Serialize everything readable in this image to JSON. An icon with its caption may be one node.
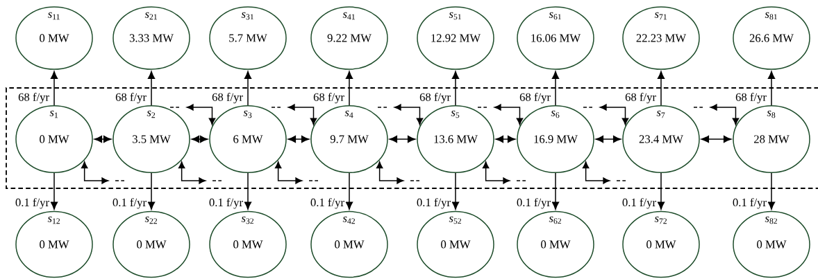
{
  "diagram": {
    "nodes": [
      {
        "text": [
          "*s*$_{11}$",
          "0 MW"
        ]
      },
      {
        "text": [
          "*s*$_{21}$",
          "3.33 MW"
        ]
      },
      {
        "text": [
          "*s*$_{31}$",
          "5.7 MW"
        ]
      },
      {
        "text": [
          "*s*$_{41}$",
          "9.22 MW"
        ]
      },
      {
        "text": [
          "*s*$_{51}$",
          "12.92 MW"
        ]
      },
      {
        "text": [
          "*s*$_{61}$",
          "16.06 MW"
        ]
      },
      {
        "text": [
          "*s*$_{71}$",
          "22.23 MW"
        ]
      },
      {
        "text": [
          "*s*$_{81}$",
          "26.6 MW"
        ]
      },
      {
        "text": [
          "*s*$_{1}$",
          "0 MW"
        ]
      },
      {
        "text": [
          "*s*$_{2}$",
          "3.5 MW"
        ]
      },
      {
        "text": [
          "*s*$_{3}$",
          "6 MW"
        ]
      },
      {
        "text": [
          "*s*$_{4}$",
          "9.7 MW"
        ]
      },
      {
        "text": [
          "*s*$_{5}$",
          "13.6 MW"
        ]
      },
      {
        "text": [
          "*s*$_{6}$",
          "16.9 MW"
        ]
      },
      {
        "text": [
          "*s*$_{7}$",
          "23.4 MW"
        ]
      },
      {
        "text": [
          "*s*$_{8}$",
          "28 MW"
        ]
      },
      {
        "text": [
          "*s*$_{12}$",
          "0 MW"
        ]
      },
      {
        "text": [
          "*s*$_{22}$",
          "0 MW"
        ]
      },
      {
        "text": [
          "*s*$_{32}$",
          "0 MW"
        ]
      },
      {
        "text": [
          "*s*$_{42}$",
          "0 MW"
        ]
      },
      {
        "text": [
          "*s*$_{52}$",
          "0 MW"
        ]
      },
      {
        "text": [
          "*s*$_{62}$",
          "0 MW"
        ]
      },
      {
        "text": [
          "*s*$_{72}$",
          "0 MW"
        ]
      },
      {
        "text": [
          "*s*$_{82}$",
          "0 MW"
        ]
      }
    ],
    "edges": [
      {
        "from": 8,
        "to": 0,
        "arrow": "to",
        "label": "68 f/yr"
      },
      {
        "from": 9,
        "to": 1,
        "arrow": "to",
        "label": "68 f/yr"
      },
      {
        "from": 10,
        "to": 2,
        "arrow": "to",
        "label": "68 f/yr"
      },
      {
        "from": 11,
        "to": 3,
        "arrow": "to",
        "label": "68 f/yr"
      },
      {
        "from": 12,
        "to": 4,
        "arrow": "to",
        "label": "68 f/yr"
      },
      {
        "from": 13,
        "to": 5,
        "arrow": "to",
        "label": "68 f/yr"
      },
      {
        "from": 14,
        "to": 6,
        "arrow": "to",
        "label": "68 f/yr"
      },
      {
        "from": 15,
        "to": 7,
        "arrow": "to",
        "label": "68 f/yr"
      },
      {
        "from": 8,
        "to": 16,
        "arrow": "to",
        "label": "0.1 f/yr"
      },
      {
        "from": 9,
        "to": 17,
        "arrow": "to",
        "label": "0.1 f/yr"
      },
      {
        "from": 10,
        "to": 18,
        "arrow": "to",
        "label": "0.1 f/yr"
      },
      {
        "from": 11,
        "to": 19,
        "arrow": "to",
        "label": "0.1 f/yr"
      },
      {
        "from": 12,
        "to": 20,
        "arrow": "to",
        "label": "0.1 f/yr"
      },
      {
        "from": 13,
        "to": 21,
        "arrow": "to",
        "label": "0.1 f/yr"
      },
      {
        "from": 14,
        "to": 22,
        "arrow": "to",
        "label": "0.1 f/yr"
      },
      {
        "from": 15,
        "to": 23,
        "arrow": "to",
        "label": "0.1 f/yr"
      },
      {
        "from": 8,
        "to": 9,
        "arrow": "both"
      },
      {
        "from": 9,
        "to": 10,
        "arrow": "both"
      },
      {
        "from": 10,
        "to": 11,
        "arrow": "both"
      },
      {
        "from": 11,
        "to": 12,
        "arrow": "both"
      },
      {
        "from": 12,
        "to": 13,
        "arrow": "both"
      },
      {
        "from": 13,
        "to": 14,
        "arrow": "both"
      },
      {
        "from": 14,
        "to": 15,
        "arrow": "both"
      },
      {
        "from": null,
        "to": 10,
        "arrow": "both"
      },
      {
        "from": null,
        "to": 11,
        "arrow": "both"
      },
      {
        "from": null,
        "to": 12,
        "arrow": "both"
      },
      {
        "from": null,
        "to": 13,
        "arrow": "both"
      },
      {
        "from": null,
        "to": 14,
        "arrow": "both"
      },
      {
        "from": null,
        "to": 15,
        "arrow": "both"
      },
      {
        "from": null,
        "to": 8,
        "arrow": "both"
      },
      {
        "from": null,
        "to": 9,
        "arrow": "both"
      },
      {
        "from": null,
        "to": 10,
        "arrow": "both"
      },
      {
        "from": null,
        "to": 11,
        "arrow": "both"
      },
      {
        "from": null,
        "to": 12,
        "arrow": "both"
      },
      {
        "from": null,
        "to": 13,
        "arrow": "both"
      }
    ]
  }
}
